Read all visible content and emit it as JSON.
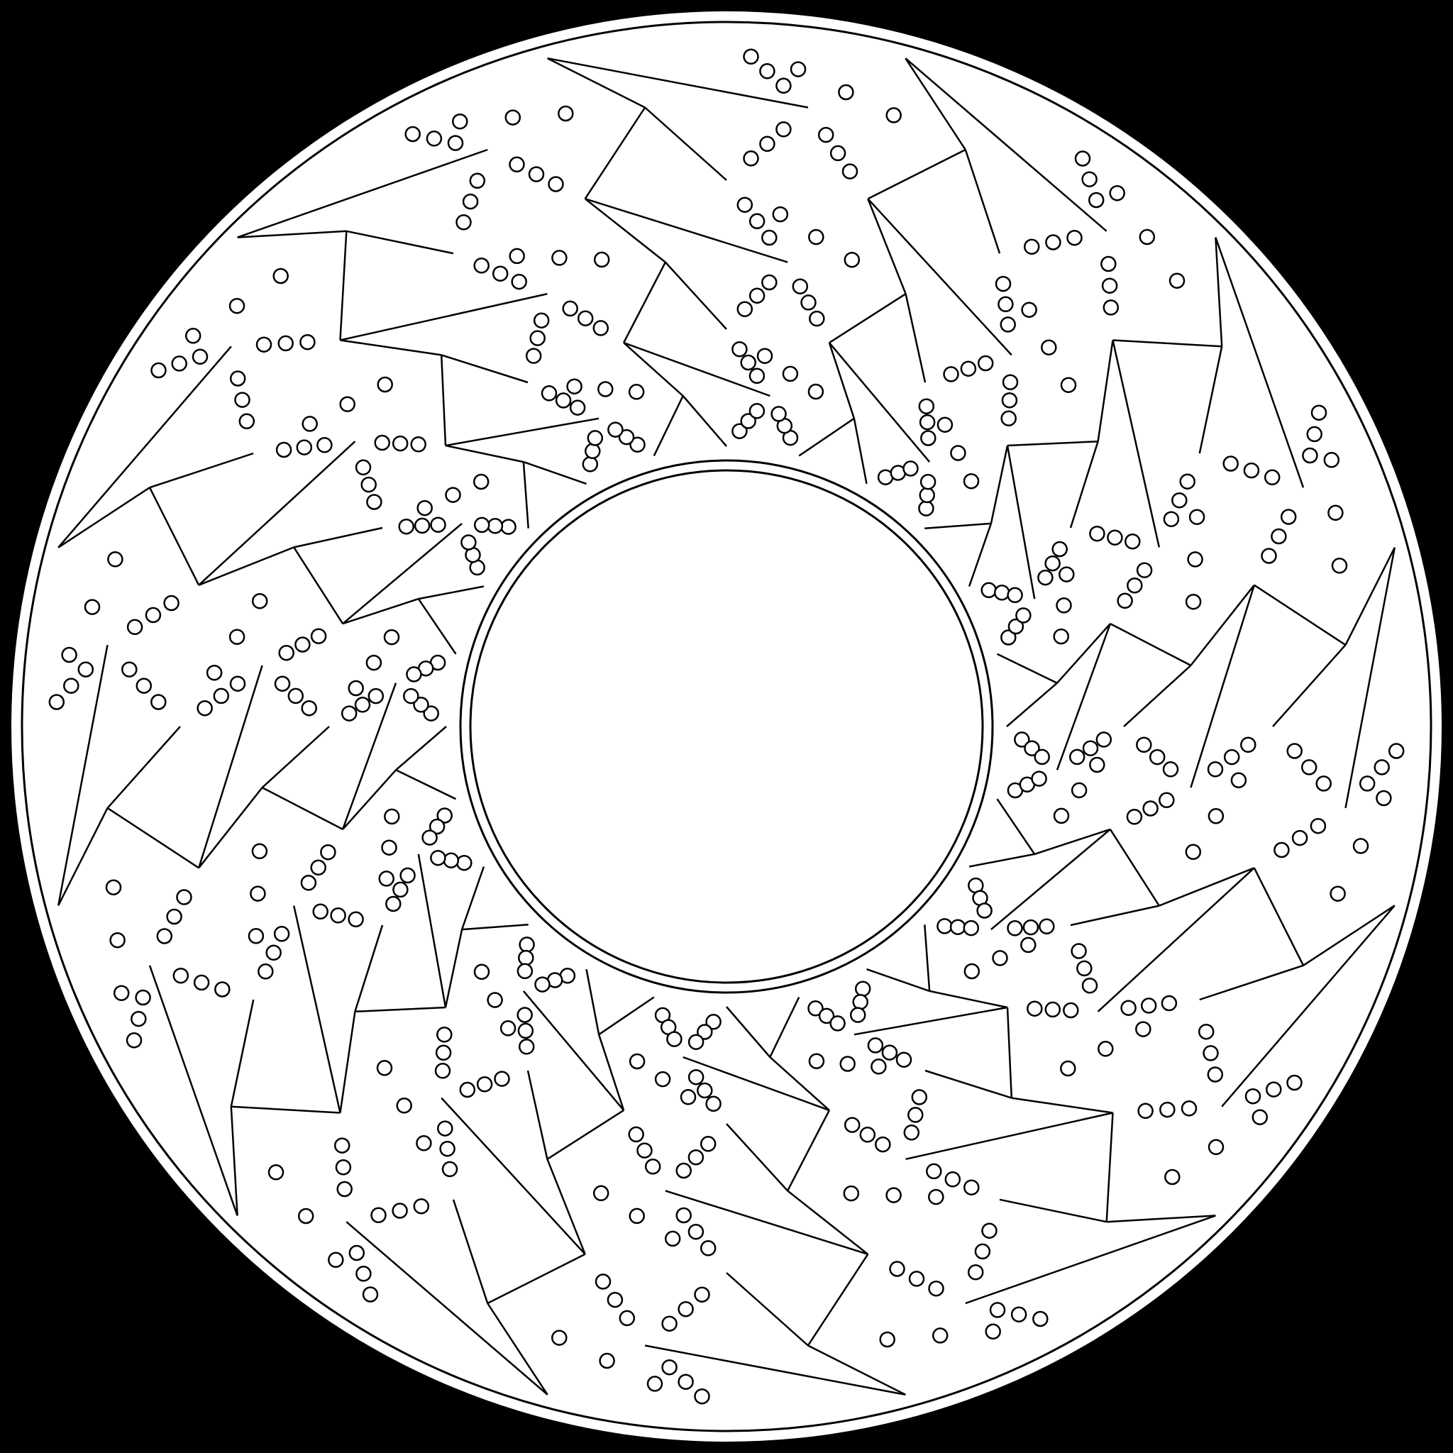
{
  "figure": {
    "description_visible_text": "",
    "background_color": "#000000",
    "fill_color": "#ffffff",
    "stroke_color": "#000000",
    "pattern": {
      "rings": 6,
      "cells_per_ring": 12,
      "pattern_name": "hexagonal-mesh-annulus",
      "connector": "triple-bead-chain"
    }
  }
}
